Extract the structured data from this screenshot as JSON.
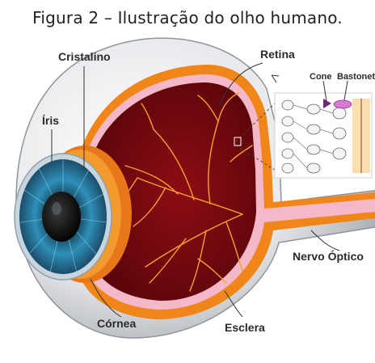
{
  "caption": "Figura 2 – Ilustração do olho humano.",
  "labels": {
    "cristalino": "Cristalino",
    "retina": "Retina",
    "iris": "Íris",
    "cone": "Cone",
    "bastonete": "Bastonete",
    "nervo_optico": "Nervo Óptico",
    "cornea": "Córnea",
    "esclera": "Esclera"
  },
  "colors": {
    "sclera": "#e9eaec",
    "choroid_red": "#9a1418",
    "inner_red": "#7a0a10",
    "orange": "#f08a1c",
    "pink": "#f2b6c6",
    "iris_blue": "#3aa0c8"
  }
}
